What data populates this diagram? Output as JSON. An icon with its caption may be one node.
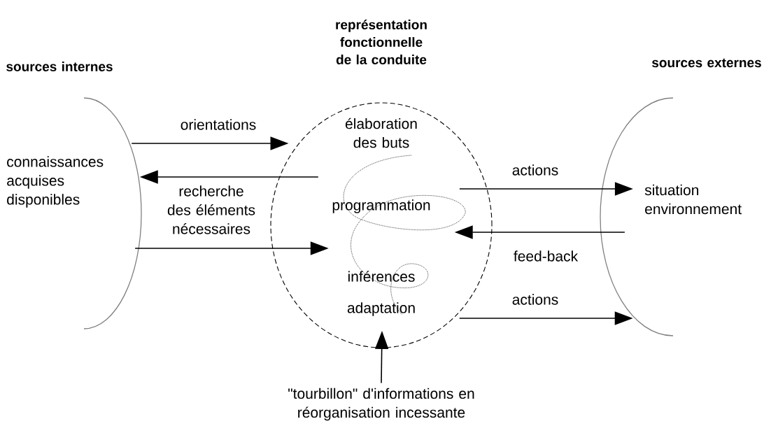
{
  "diagram": {
    "nodes": [
      {
        "text": [
          "sources internes",
          "connaissances acquises disponibles"
        ]
      },
      {
        "text": [
          "représentation fonctionnelle de la conduite",
          "élaboration des buts",
          "programmation",
          "inférences",
          "adaptation"
        ]
      },
      {
        "text": [
          "sources externes",
          "situation environnement"
        ]
      },
      {
        "text": [
          "\"tourbillon\" d'informations en réorganisation incessante"
        ]
      }
    ],
    "edges": [
      {
        "from": 0,
        "to": 1,
        "arrow": "to",
        "label": "orientations"
      },
      {
        "from": 1,
        "to": 0,
        "arrow": "to",
        "label": "recherche des éléments nécessaires"
      },
      {
        "from": 0,
        "to": 1,
        "arrow": "to"
      },
      {
        "from": 1,
        "to": 2,
        "arrow": "to",
        "label": "actions"
      },
      {
        "from": 2,
        "to": 1,
        "arrow": "to",
        "label": "feed-back"
      },
      {
        "from": 1,
        "to": 2,
        "arrow": "to",
        "label": "actions"
      },
      {
        "from": 3,
        "to": 1,
        "arrow": "to"
      }
    ]
  }
}
